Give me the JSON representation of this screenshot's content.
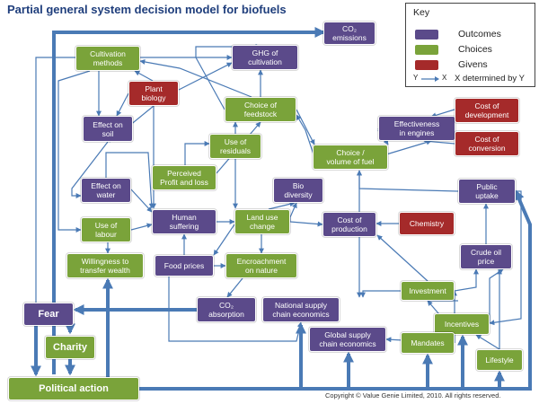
{
  "title": "Partial general system decision model for biofuels",
  "key": {
    "title": "Key",
    "items": [
      {
        "label": "Outcomes",
        "color": "#5b4a8a"
      },
      {
        "label": "Choices",
        "color": "#7aa33a"
      },
      {
        "label": "Givens",
        "color": "#a52a2a"
      }
    ],
    "arrow_legend": {
      "y": "Y",
      "x": "X",
      "text": "X determined by Y"
    }
  },
  "nodes": {
    "co2_emissions": "CO₂\nemissions",
    "cultivation_methods": "Cultivation\nmethods",
    "ghg_cultivation": "GHG of\ncultivation",
    "plant_biology": "Plant\nbiology",
    "effect_on_soil": "Effect on\nsoil",
    "choice_of_feedstock": "Choice of\nfeedstock",
    "use_of_residuals": "Use of\nresiduals",
    "effectiveness_engines": "Effectiveness\nin engines",
    "cost_of_development": "Cost of\ndevelopment",
    "cost_of_conversion": "Cost of\nconversion",
    "choice_volume_fuel": "Choice /\nvolume of fuel",
    "effect_on_water": "Effect on\nwater",
    "perceived_profit_loss": "Perceived\nProfit and loss",
    "bio_diversity": "Bio\ndiversity",
    "public_uptake": "Public\nuptake",
    "use_of_labour": "Use of\nlabour",
    "human_suffering": "Human\nsuffering",
    "land_use_change": "Land use\nchange",
    "cost_of_production": "Cost of\nproduction",
    "chemistry": "Chemistry",
    "willingness_transfer_wealth": "Willingness to\ntransfer wealth",
    "food_prices": "Food prices",
    "encroachment_nature": "Encroachment\non nature",
    "crude_oil_price": "Crude oil\nprice",
    "investment": "Investment",
    "fear": "Fear",
    "co2_absorption": "CO₂\nabsorption",
    "national_supply_chain": "National supply\nchain economics",
    "incentives": "Incentives",
    "charity": "Charity",
    "global_supply_chain": "Global supply\nchain economics",
    "mandates": "Mandates",
    "lifestyle": "Lifestyle",
    "political_action": "Political action"
  },
  "copyright": "Copyright © Value Genie Limited, 2010. All rights reserved."
}
